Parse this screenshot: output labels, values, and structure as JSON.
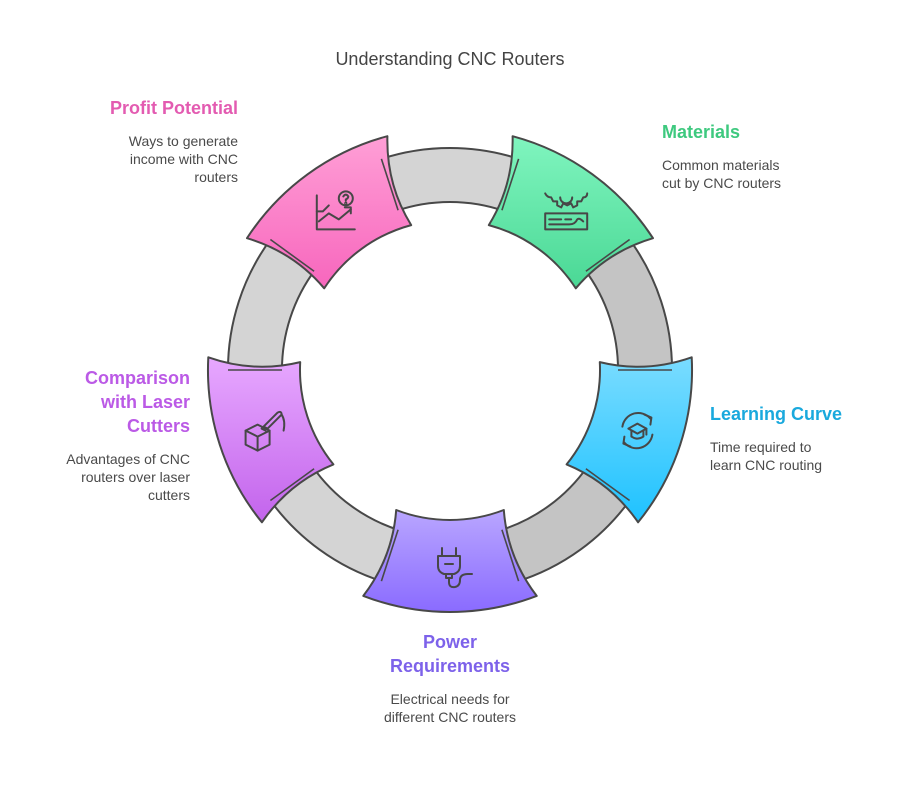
{
  "title": "Understanding CNC Routers",
  "ring_color": "#d4d4d4",
  "stroke_color": "#484848",
  "segments": [
    {
      "id": "profit",
      "title": "Profit Potential",
      "desc": "Ways to generate income with CNC routers",
      "icon": "chart-question-icon",
      "color_top": "#ff9fd6",
      "color_bottom": "#f766bd",
      "title_color": "#e35bb1"
    },
    {
      "id": "materials",
      "title": "Materials",
      "desc": "Common materials cut by CNC routers",
      "icon": "saw-wood-icon",
      "color_top": "#80f5bf",
      "color_bottom": "#4ad895",
      "title_color": "#3ec97f"
    },
    {
      "id": "learning",
      "title": "Learning Curve",
      "desc": "Time required to learn CNC routing",
      "icon": "graduation-cycle-icon",
      "color_top": "#7adcff",
      "color_bottom": "#1ec2ff",
      "title_color": "#1aa9dd"
    },
    {
      "id": "power",
      "title": "Power Requirements",
      "desc": "Electrical needs for different CNC routers",
      "icon": "plug-icon",
      "color_top": "#b9a6ff",
      "color_bottom": "#8a6bff",
      "title_color": "#7d62ea"
    },
    {
      "id": "comparison",
      "title": "Comparison with Laser Cutters",
      "desc": "Advantages of CNC routers over laser cutters",
      "icon": "laser-cube-icon",
      "color_top": "#e7a8ff",
      "color_bottom": "#c364ec",
      "title_color": "#bb5ae6"
    }
  ]
}
